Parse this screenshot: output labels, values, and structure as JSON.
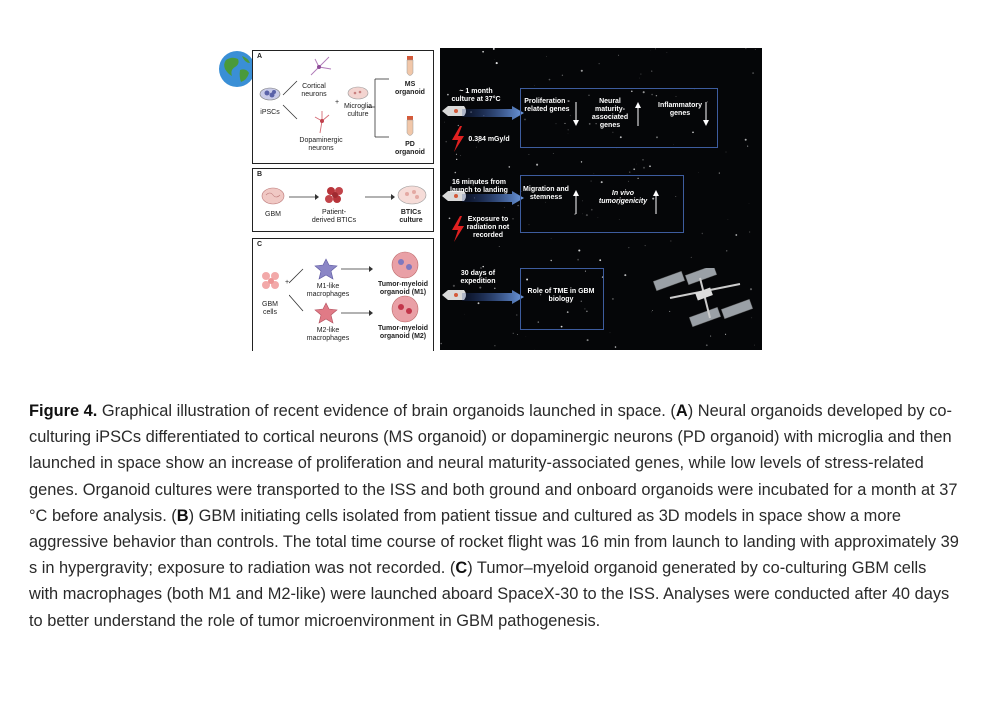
{
  "figure": {
    "panel_a": {
      "label": "A",
      "ipscs": "iPSCs",
      "cortical": "Cortical neurons",
      "dopaminergic": "Dopaminergic neurons",
      "microglia": "Microglia culture",
      "ms": "MS organoid",
      "pd": "PD organoid",
      "plus": "+"
    },
    "panel_b": {
      "label": "B",
      "gbm": "GBM",
      "patient": "Patient-derived BTICs",
      "btics": "BTICs culture"
    },
    "panel_c": {
      "label": "C",
      "gbm_cells": "GBM cells",
      "m1": "M1-like macrophages",
      "m2": "M2-like macrophages",
      "org_m1": "Tumor-myeloid organoid (M1)",
      "org_m2": "Tumor-myeloid organoid (M2)",
      "plus": "+"
    },
    "space": {
      "a_time": "~ 1 month culture at 37°C",
      "a_dose": "0.384 mGy/d",
      "a_prolif": "Proliferation -related genes",
      "a_neural": "Neural maturity-associated genes",
      "a_inflam": "Inflammatory genes",
      "b_time": "16 minutes from launch to landing",
      "b_exposure": "Exposure to radiation not recorded",
      "b_migration": "Migration and stemness",
      "b_invivo": "In vivo tumorigenicity",
      "c_time": "30 days of expedition",
      "c_role": "Role of TME in GBM biology"
    }
  },
  "caption": {
    "fig_label": "Figure 4.",
    "text1": " Graphical illustration of recent evidence of brain organoids launched in space. (",
    "a": "A",
    "text2": ") Neural organoids developed by co-culturing iPSCs differentiated to cortical neurons (MS organoid) or dopaminergic neurons (PD organoid) with microglia and then launched in space show an increase of proliferation and neural maturity-associated genes, while low levels of stress-related genes. Organoid cultures were transported to the ISS and both ground and onboard organoids were incubated for a month at 37 °C before analysis. (",
    "b": "B",
    "text3": ") GBM initiating cells isolated from patient tissue and cultured as 3D models in space show a more aggressive behavior than controls. The total time course of rocket flight was 16 min from launch to landing with approximately 39 s in hypergravity; exposure to radiation was not recorded. (",
    "c": "C",
    "text4": ") Tumor–myeloid organoid generated by co-culturing GBM cells with macrophages (both M1 and M2-like) were launched aboard SpaceX-30 to the ISS. Analyses were conducted after 40 days to better understand the role of tumor microenvironment in GBM pathogenesis."
  }
}
